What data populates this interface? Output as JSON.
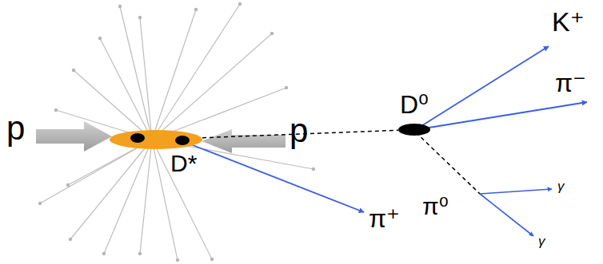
{
  "diagram": {
    "nodes": [
      {
        "text": [
          "D*"
        ]
      },
      {
        "text": [
          "D⁰"
        ]
      }
    ],
    "edges": [
      {
        "from": 0,
        "to": 1,
        "arrow": "none"
      }
    ],
    "labels": [
      "p",
      "p",
      "π⁺",
      "K⁺",
      "π⁻",
      "π⁰",
      "γ",
      "γ"
    ]
  }
}
